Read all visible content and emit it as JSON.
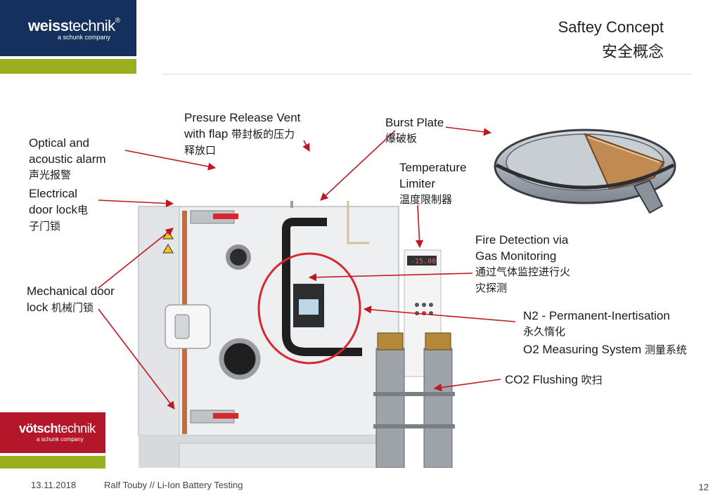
{
  "header": {
    "logo_bold": "weiss",
    "logo_thin": "technik",
    "logo_reg": "®",
    "logo_sub": "a schunk company",
    "title_en": "Saftey Concept",
    "title_zh": "安全概念"
  },
  "footer_brand": {
    "logo_bold": "vötsch",
    "logo_thin": "technik",
    "logo_sub": "a schunk company"
  },
  "labels": {
    "optical_1": "Optical and",
    "optical_2": "acoustic alarm",
    "optical_zh": "声光报警",
    "electrical_1": "Electrical",
    "electrical_2a": "door lock",
    "electrical_2b": "电",
    "electrical_zh": "子门锁",
    "mechanical_1": "Mechanical door",
    "mechanical_2": "lock",
    "mechanical_zh": "机械门锁",
    "pressure_1": "Presure Release Vent",
    "pressure_2a": "with flap",
    "pressure_2b": "带封板的压力",
    "pressure_zh": "释放口",
    "burst_1": "Burst Plate",
    "burst_zh": "爆破板",
    "temp_1": "Temperature",
    "temp_2": "Limiter",
    "temp_zh": "温度限制器",
    "fire_1": "Fire Detection via",
    "fire_2": "Gas Monitoring",
    "fire_zh1": "通过气体监控进行火",
    "fire_zh2": "灾探测",
    "n2_1": "N2 - Permanent-Inertisation",
    "n2_zh": "永久惰化",
    "o2_1": "O2 Measuring System",
    "o2_zh": "测量系统",
    "co2_1": "CO2 Flushing",
    "co2_zh": "吹扫"
  },
  "machine": {
    "display_value": "-15.00"
  },
  "footer": {
    "date": "13.11.2018",
    "author": "Ralf Touby // Li-Ion Battery  Testing",
    "page": "12"
  },
  "colors": {
    "navy": "#16305e",
    "olive": "#9aae1e",
    "crimson": "#b4172a",
    "arrow": "#c0171f"
  }
}
